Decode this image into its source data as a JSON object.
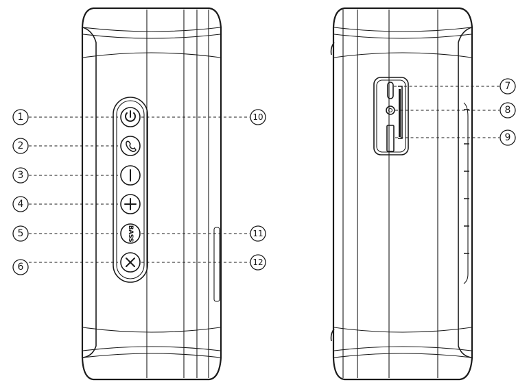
{
  "callouts": {
    "c1": "1",
    "c2": "2",
    "c3": "3",
    "c4": "4",
    "c5": "5",
    "c6": "6",
    "c7": "7",
    "c8": "8",
    "c9": "9",
    "c10": "10",
    "c11": "11",
    "c12": "12"
  },
  "buttons": {
    "bass_label": "BASS"
  },
  "icons": {
    "power": "power-icon",
    "phone": "phone-icon",
    "minus": "minus-icon",
    "plus": "plus-icon",
    "bass": "bass-icon",
    "multi": "x-icon"
  }
}
